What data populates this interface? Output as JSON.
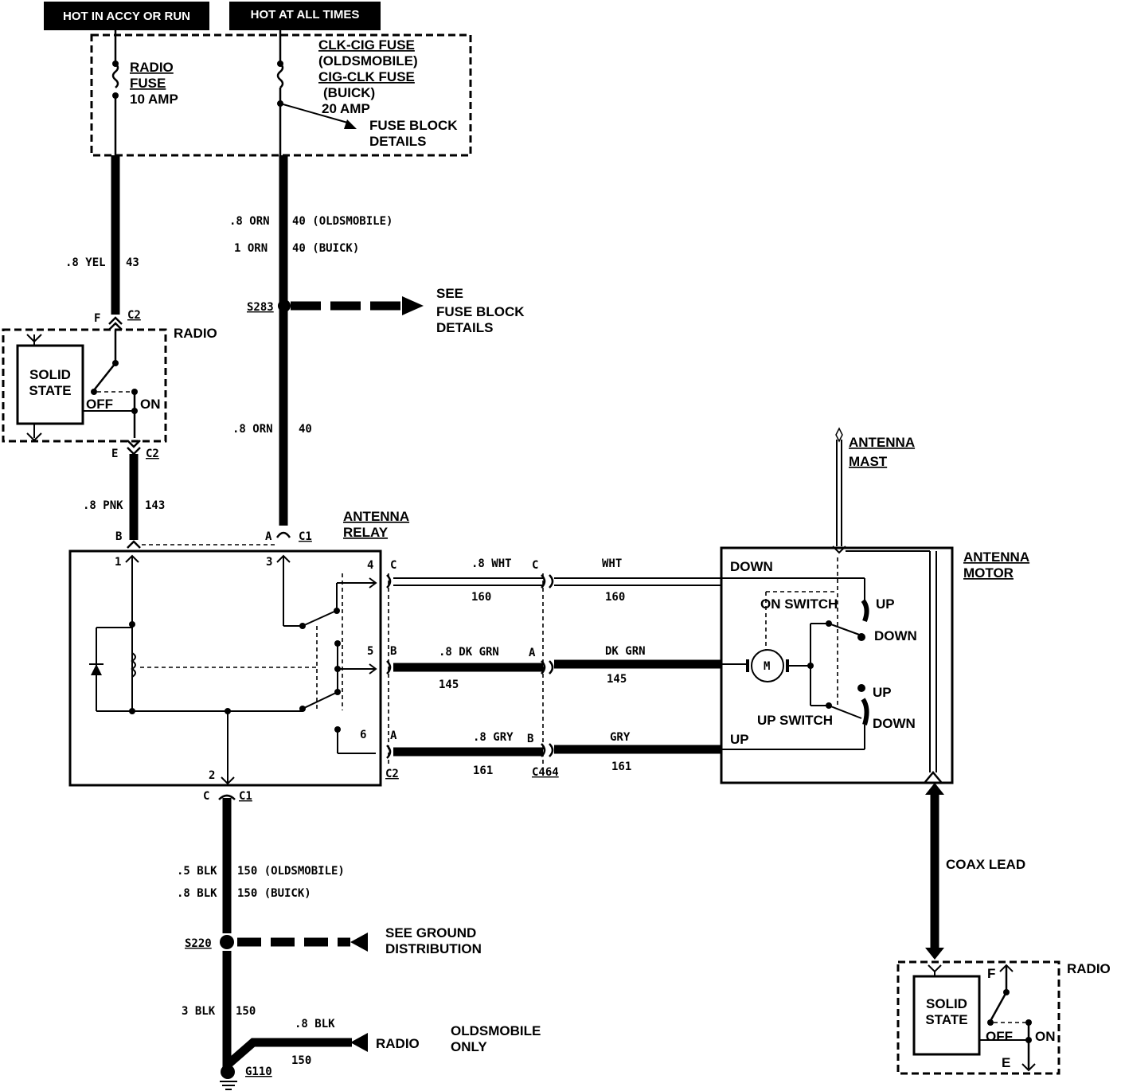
{
  "header": {
    "hot_accy": "HOT IN ACCY OR RUN",
    "hot_all": "HOT AT ALL TIMES"
  },
  "fuses": {
    "radio_fuse_1": "RADIO",
    "radio_fuse_2": "FUSE",
    "radio_fuse_3": "10 AMP",
    "clk_1": "CLK-CIG FUSE",
    "clk_2": "(OLDSMOBILE)",
    "clk_3": "CIG-CLK FUSE",
    "clk_4": "(BUICK)",
    "clk_5": "20 AMP",
    "fb_1": "FUSE BLOCK",
    "fb_2": "DETAILS"
  },
  "wires": {
    "yel_size": ".8 YEL",
    "yel_num": "43",
    "orn_size_olds": ".8 ORN",
    "orn_num_olds": "40 (OLDSMOBILE)",
    "orn_size_buick": "1 ORN",
    "orn_num_buick": "40 (BUICK)",
    "orn2_size": ".8 ORN",
    "orn2_num": "40",
    "pnk_size": ".8 PNK",
    "pnk_num": "143",
    "wht_size": ".8 WHT",
    "wht_num": "160",
    "wht2": "WHT",
    "wht2_num": "160",
    "dkgrn_size": ".8 DK GRN",
    "dkgrn_num": "145",
    "dkgrn2": "DK GRN",
    "dkgrn2_num": "145",
    "gry_size": ".8 GRY",
    "gry_num": "161",
    "gry2": "GRY",
    "gry2_num": "161",
    "blk_size_olds": ".5 BLK",
    "blk_num_olds": "150 (OLDSMOBILE)",
    "blk_size_buick": ".8 BLK",
    "blk_num_buick": "150 (BUICK)",
    "blk3_size": "3 BLK",
    "blk3_num": "150",
    "blk8_size": ".8 BLK",
    "blk8_num": "150"
  },
  "splices": {
    "s283": "S283",
    "see_1": "SEE",
    "see_2": "FUSE BLOCK",
    "see_3": "DETAILS",
    "s220": "S220",
    "gnd_1": "SEE GROUND",
    "gnd_2": "DISTRIBUTION",
    "g110": "G110",
    "radio_to": "RADIO",
    "olds_1": "OLDSMOBILE",
    "olds_2": "ONLY"
  },
  "radio_top": {
    "title": "RADIO",
    "solid_1": "SOLID",
    "solid_2": "STATE",
    "off": "OFF",
    "on": "ON",
    "pin_f": "F",
    "conn_c2_top": "C2",
    "pin_e": "E",
    "conn_c2_bot": "C2"
  },
  "relay": {
    "title_1": "ANTENNA",
    "title_2": "RELAY",
    "pin_b": "B",
    "pin_a": "A",
    "conn_c1": "C1",
    "t1": "1",
    "t3": "3",
    "t4": "4",
    "t5": "5",
    "t6": "6",
    "t2": "2",
    "pc_c": "C",
    "pc_b": "B",
    "pc_a": "A",
    "conn_c2": "C2",
    "bot_c": "C",
    "bot_c1": "C1"
  },
  "c464": {
    "c": "C",
    "a": "A",
    "b": "B",
    "name": "C464"
  },
  "motor": {
    "title_1": "ANTENNA",
    "title_2": "MOTOR",
    "mast_1": "ANTENNA",
    "mast_2": "MAST",
    "down": "DOWN",
    "up_label": "UP",
    "on_switch": "ON SWITCH",
    "up_switch": "UP SWITCH",
    "sw1_up": "UP",
    "sw1_down": "DOWN",
    "sw2_up": "UP",
    "sw2_down": "DOWN",
    "motor_m": "M"
  },
  "coax": {
    "label": "COAX LEAD"
  },
  "radio_bot": {
    "title": "RADIO",
    "solid_1": "SOLID",
    "solid_2": "STATE",
    "off": "OFF",
    "on": "ON",
    "pin_f": "F",
    "pin_e": "E"
  }
}
